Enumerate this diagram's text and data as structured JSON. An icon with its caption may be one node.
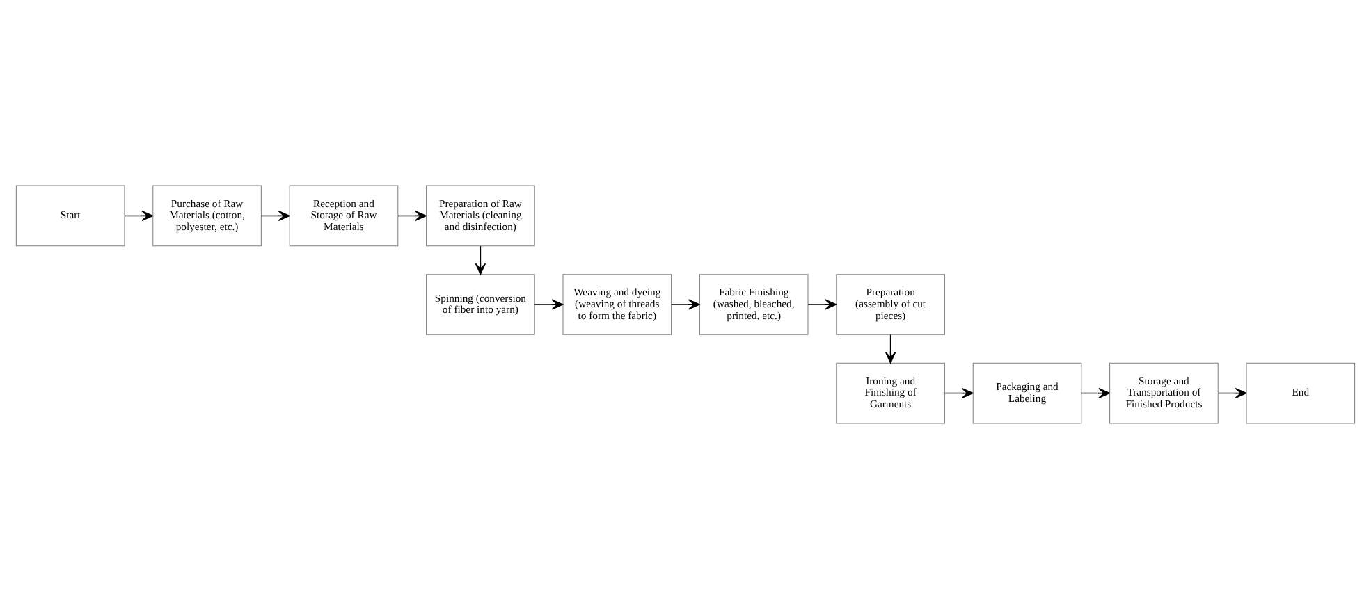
{
  "diagram": {
    "nodes": [
      {
        "text": [
          "Start"
        ]
      },
      {
        "text": [
          "Purchase of Raw Materials (cotton, polyester, etc.)"
        ]
      },
      {
        "text": [
          "Reception and Storage of Raw Materials"
        ]
      },
      {
        "text": [
          "Preparation of Raw Materials (cleaning and disinfection)"
        ]
      },
      {
        "text": [
          "Spinning (conversion of fiber into yarn)"
        ]
      },
      {
        "text": [
          "Weaving and dyeing (weaving of threads to form the fabric)"
        ]
      },
      {
        "text": [
          "Fabric Finishing (washed, bleached, printed, etc.)"
        ]
      },
      {
        "text": [
          "Preparation (assembly of cut pieces)"
        ]
      },
      {
        "text": [
          "Ironing and Finishing of Garments"
        ]
      },
      {
        "text": [
          "Packaging and Labeling"
        ]
      },
      {
        "text": [
          "Storage and Transportation of Finished Products"
        ]
      },
      {
        "text": [
          "End"
        ]
      }
    ],
    "edges": [
      {
        "from": 0,
        "to": 1,
        "arrow": "to"
      },
      {
        "from": 1,
        "to": 2,
        "arrow": "to"
      },
      {
        "from": 2,
        "to": 3,
        "arrow": "to"
      },
      {
        "from": 3,
        "to": 4,
        "arrow": "to"
      },
      {
        "from": 4,
        "to": 5,
        "arrow": "to"
      },
      {
        "from": 5,
        "to": 6,
        "arrow": "to"
      },
      {
        "from": 6,
        "to": 7,
        "arrow": "to"
      },
      {
        "from": 7,
        "to": 8,
        "arrow": "to"
      },
      {
        "from": 8,
        "to": 9,
        "arrow": "to"
      },
      {
        "from": 9,
        "to": 10,
        "arrow": "to"
      },
      {
        "from": 10,
        "to": 11,
        "arrow": "to"
      }
    ]
  }
}
